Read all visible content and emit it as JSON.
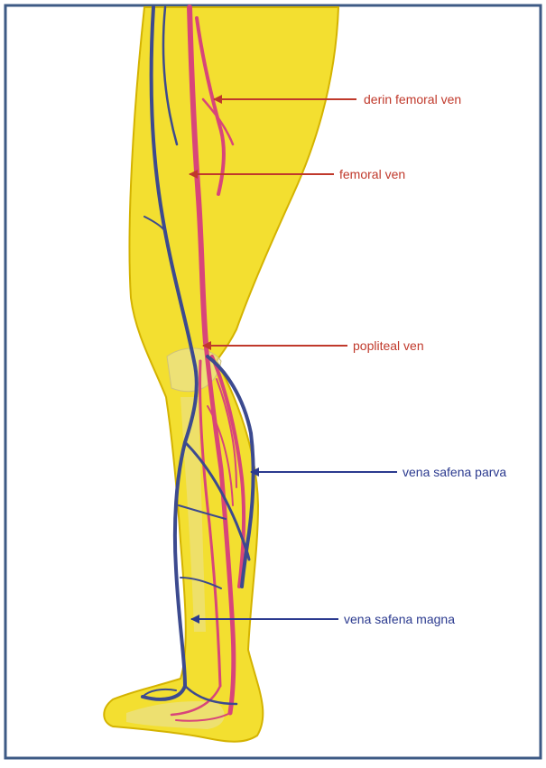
{
  "labels": {
    "deep_femoral": "derin femoral ven",
    "femoral": "femoral ven",
    "popliteal": "popliteal ven",
    "small_saphenous": "vena safena parva",
    "great_saphenous": "vena safena magna"
  },
  "colors": {
    "frame": "#3d5a85",
    "skin_fill": "#f2dc1e",
    "skin_edge": "#d4b300",
    "deep_vein": "#d8457a",
    "superficial_vein": "#3c4a8f",
    "red_label": "#c0392b",
    "blue_label": "#2b3a8f"
  }
}
